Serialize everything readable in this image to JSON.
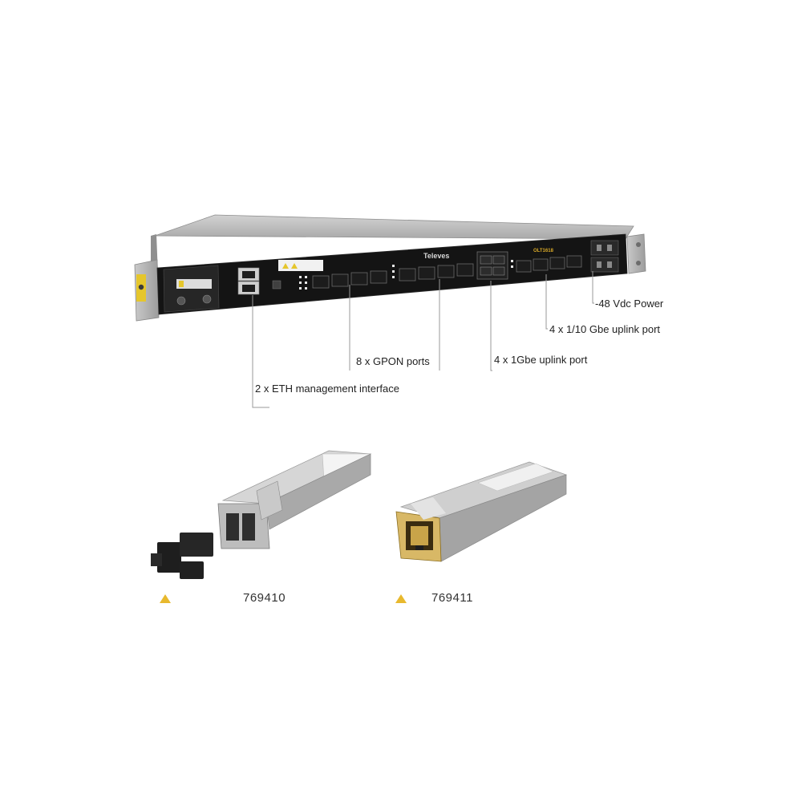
{
  "device": {
    "brand": "Televes",
    "model": "OLT1618"
  },
  "callouts": {
    "power": "-48 Vdc Power",
    "uplink_10g": "4 x 1/10 Gbe uplink port",
    "uplink_1g": "4 x 1Gbe uplink port",
    "gpon": "8 x GPON ports",
    "eth_mgmt": "2 x ETH management interface"
  },
  "products": [
    {
      "code": "769410",
      "icon": "warning-triangle-icon"
    },
    {
      "code": "769411",
      "icon": "warning-triangle-icon"
    }
  ],
  "colors": {
    "accent_warning": "#e8b92e",
    "chassis_front": "#141414",
    "chassis_top": "#b9b9b9",
    "callout_line": "#9a9a9a",
    "model_label": "#d9a928"
  }
}
